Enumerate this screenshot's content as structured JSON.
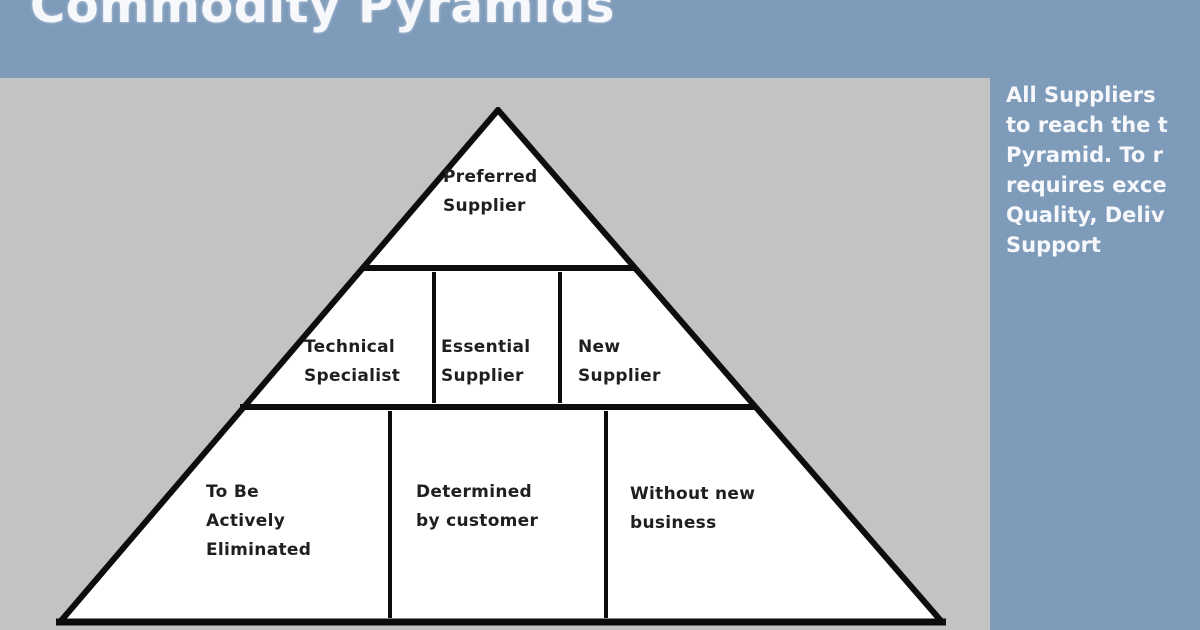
{
  "slide": {
    "title": "Commodity Pyramids",
    "side_text": "All Suppliers\nto reach the t\nPyramid. To r\nrequires exce\nQuality, Deliv\nSupport"
  },
  "pyramid": {
    "tiers": [
      {
        "name": "top",
        "cells": [
          {
            "label": "Preferred\nSupplier"
          }
        ]
      },
      {
        "name": "middle",
        "cells": [
          {
            "label": "Technical\nSpecialist"
          },
          {
            "label": "Essential\nSupplier"
          },
          {
            "label": "New\nSupplier"
          }
        ]
      },
      {
        "name": "bottom",
        "cells": [
          {
            "label": "To Be\nActively\nEliminated"
          },
          {
            "label": "Determined\nby customer"
          },
          {
            "label": "Without new\nbusiness"
          }
        ]
      }
    ]
  }
}
